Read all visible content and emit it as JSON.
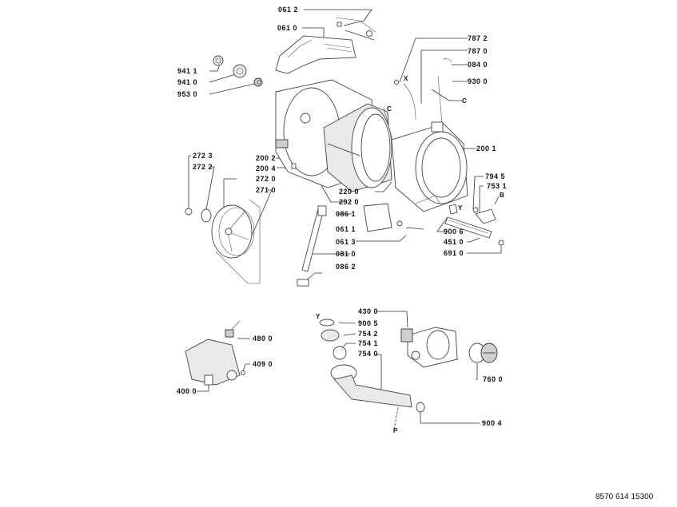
{
  "document_number": "8570 614 15300",
  "parts": [
    {
      "code": "061 2"
    },
    {
      "code": "061 0"
    },
    {
      "code": "941 1"
    },
    {
      "code": "941 0"
    },
    {
      "code": "953 0"
    },
    {
      "code": "787 2"
    },
    {
      "code": "787 0"
    },
    {
      "code": "084 0"
    },
    {
      "code": "930 0"
    },
    {
      "code": "200 2"
    },
    {
      "code": "200 4"
    },
    {
      "code": "272 3"
    },
    {
      "code": "272 2"
    },
    {
      "code": "272 0"
    },
    {
      "code": "271 0"
    },
    {
      "code": "220 0"
    },
    {
      "code": "292 0"
    },
    {
      "code": "200 1"
    },
    {
      "code": "794 5"
    },
    {
      "code": "753 1"
    },
    {
      "code": "086 1"
    },
    {
      "code": "061 1"
    },
    {
      "code": "061 3"
    },
    {
      "code": "081 0"
    },
    {
      "code": "086 2"
    },
    {
      "code": "900 6"
    },
    {
      "code": "451 0"
    },
    {
      "code": "691 0"
    },
    {
      "code": "430 0"
    },
    {
      "code": "900 5"
    },
    {
      "code": "754 2"
    },
    {
      "code": "754 1"
    },
    {
      "code": "754 0"
    },
    {
      "code": "480 0"
    },
    {
      "code": "409 0"
    },
    {
      "code": "400 0"
    },
    {
      "code": "760 0"
    },
    {
      "code": "900 4"
    }
  ],
  "reference_letters": {
    "x": "X",
    "c1": "C",
    "c2": "C",
    "b": "B",
    "y1": "Y",
    "y2": "Y",
    "p": "P"
  }
}
